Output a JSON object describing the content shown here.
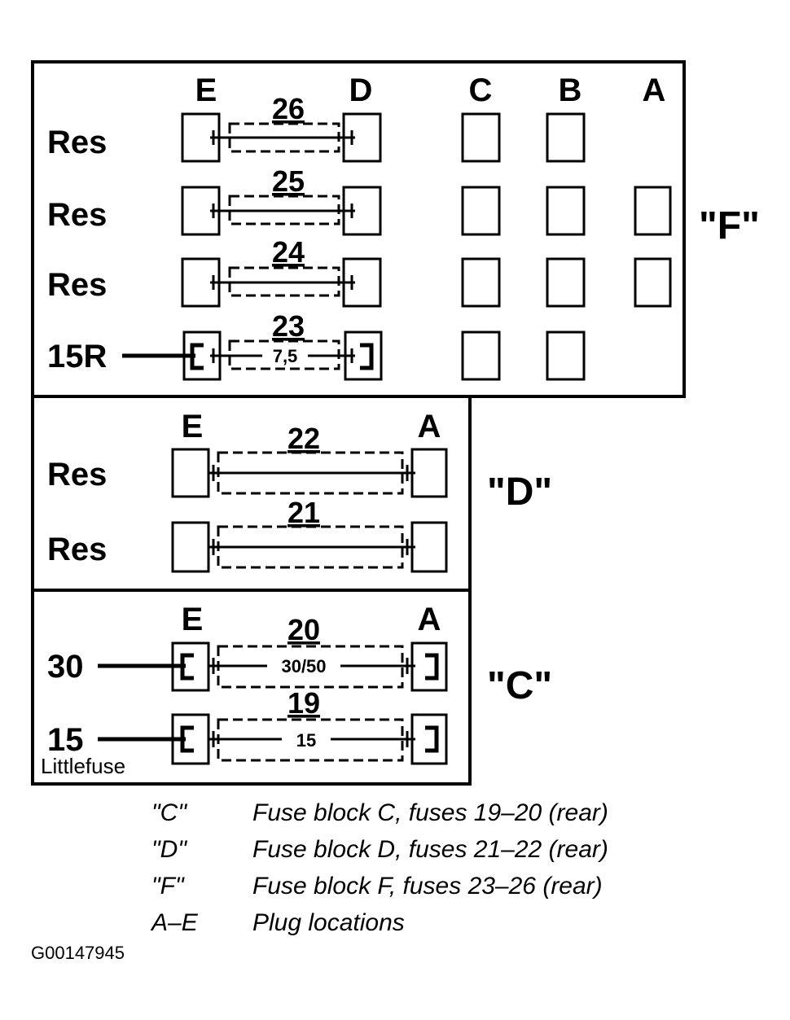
{
  "blocks": {
    "F": {
      "tag": "\"F\"",
      "columns": [
        "E",
        "D",
        "C",
        "B",
        "A"
      ],
      "rows": [
        {
          "label": "Res",
          "fuse": "26",
          "rating": ""
        },
        {
          "label": "Res",
          "fuse": "25",
          "rating": ""
        },
        {
          "label": "Res",
          "fuse": "24",
          "rating": ""
        },
        {
          "label": "15R",
          "fuse": "23",
          "rating": "7,5"
        }
      ]
    },
    "D": {
      "tag": "\"D\"",
      "columns": [
        "E",
        "A"
      ],
      "rows": [
        {
          "label": "Res",
          "fuse": "22",
          "rating": ""
        },
        {
          "label": "Res",
          "fuse": "21",
          "rating": ""
        }
      ]
    },
    "C": {
      "tag": "\"C\"",
      "columns": [
        "E",
        "A"
      ],
      "rows": [
        {
          "label": "30",
          "fuse": "20",
          "rating": "30/50"
        },
        {
          "label": "15",
          "fuse": "19",
          "rating": "15"
        }
      ],
      "brand": "Littlefuse"
    }
  },
  "legend": [
    {
      "key": "\"C\"",
      "desc": "Fuse block C, fuses 19–20 (rear)"
    },
    {
      "key": "\"D\"",
      "desc": "Fuse block D, fuses 21–22 (rear)"
    },
    {
      "key": "\"F\"",
      "desc": "Fuse block F, fuses 23–26 (rear)"
    },
    {
      "key": "A–E",
      "desc": "Plug locations"
    }
  ],
  "figure_id": "G00147945"
}
